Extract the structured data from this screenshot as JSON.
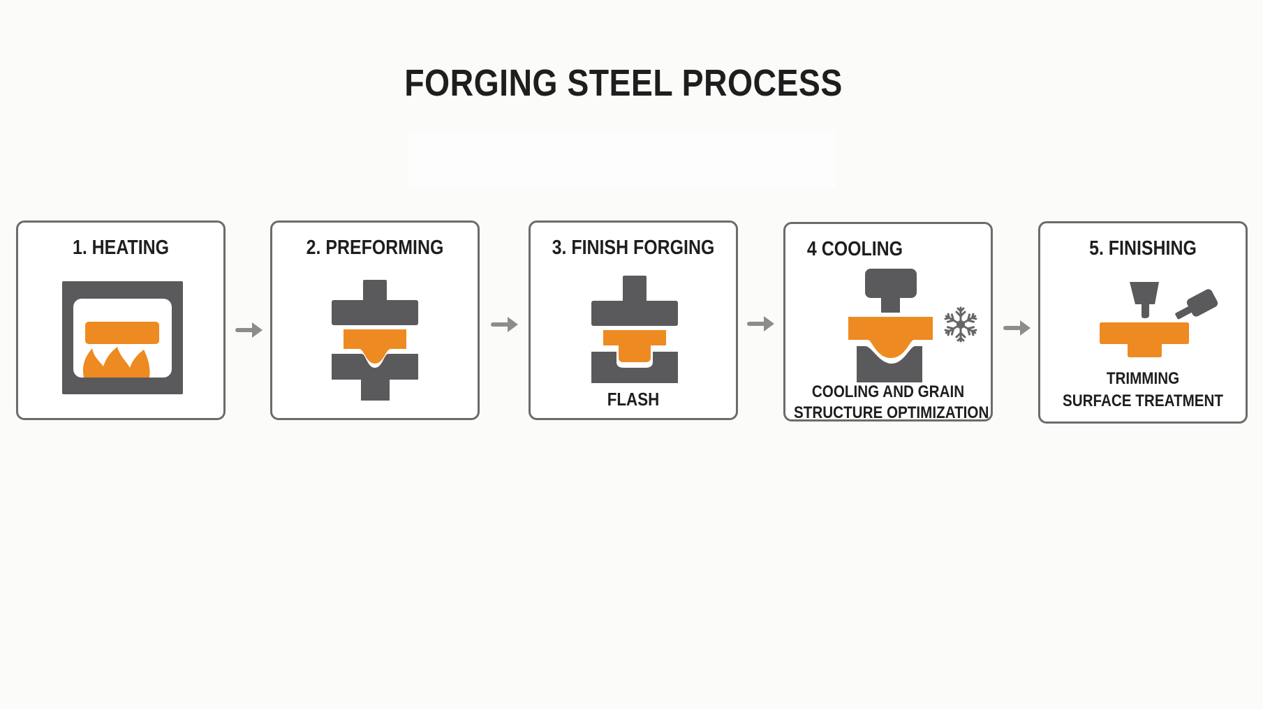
{
  "title": "FORGING STEEL PROCESS",
  "colors": {
    "orange": "#ee8a22",
    "dark_gray": "#5a5a5c",
    "border_gray": "#6b6b6b",
    "arrow_gray": "#8c8c8c",
    "background": "#fbfbf9"
  },
  "steps": [
    {
      "title": "1. HEATING",
      "icon": "furnace-icon",
      "sub": []
    },
    {
      "title": "2. PREFORMING",
      "icon": "preform-press-icon",
      "sub": []
    },
    {
      "title": "3. FINISH FORGING",
      "icon": "finish-die-icon",
      "sub": [
        "FLASH"
      ]
    },
    {
      "title": "4 COOLING",
      "icon": "cooling-press-icon",
      "sub": [
        "COOLING AND GRAIN",
        "STRUCTURE OPTIMIZATION"
      ]
    },
    {
      "title": "5. FINISHING",
      "icon": "trimming-tools-icon",
      "sub": [
        "TRIMMING",
        "SURFACE TREATMENT"
      ]
    }
  ],
  "arrows": [
    "right-arrow",
    "right-arrow",
    "right-arrow",
    "right-arrow"
  ]
}
